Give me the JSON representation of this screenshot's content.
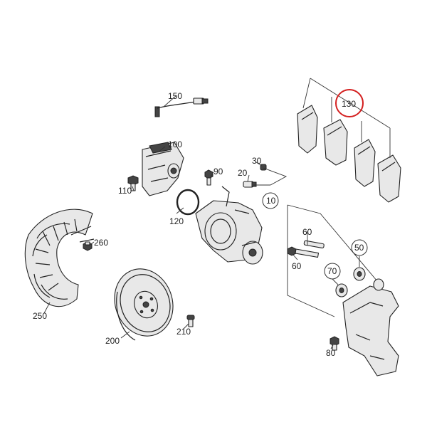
{
  "diagram": {
    "labels": {
      "p10": "10",
      "p20": "20",
      "p30": "30",
      "p50": "50",
      "p60a": "60",
      "p60b": "60",
      "p70": "70",
      "p80": "80",
      "p90": "90",
      "p100": "100",
      "p110": "110",
      "p120": "120",
      "p130": "130",
      "p150": "150",
      "p200": "200",
      "p210": "210",
      "p250": "250",
      "p260": "260"
    },
    "highlight_color": "#d42020"
  }
}
